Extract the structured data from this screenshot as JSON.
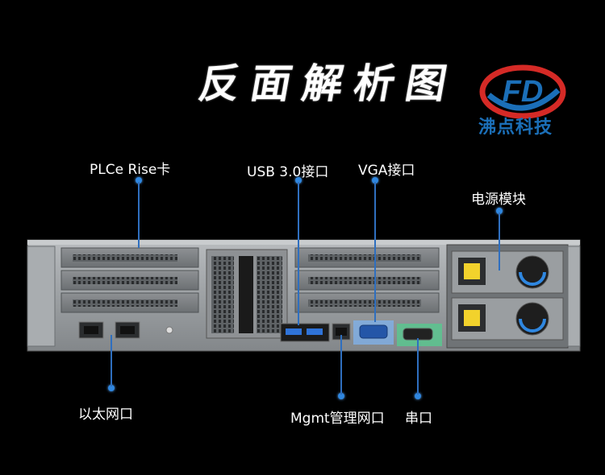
{
  "page": {
    "title": "反面解析图"
  },
  "brand": {
    "logo_letters": "FD",
    "name": "沸点科技"
  },
  "labels": {
    "pcie_riser": "PLCe Rise卡",
    "usb": "USB 3.0接口",
    "vga": "VGA接口",
    "psu": "电源模块",
    "ethernet": "以太网口",
    "mgmt": "Mgmt管理网口",
    "serial": "串口"
  },
  "colors": {
    "leader": "#2f6fbf",
    "brand_red": "#d52a26",
    "brand_blue": "#1b6fb8"
  }
}
